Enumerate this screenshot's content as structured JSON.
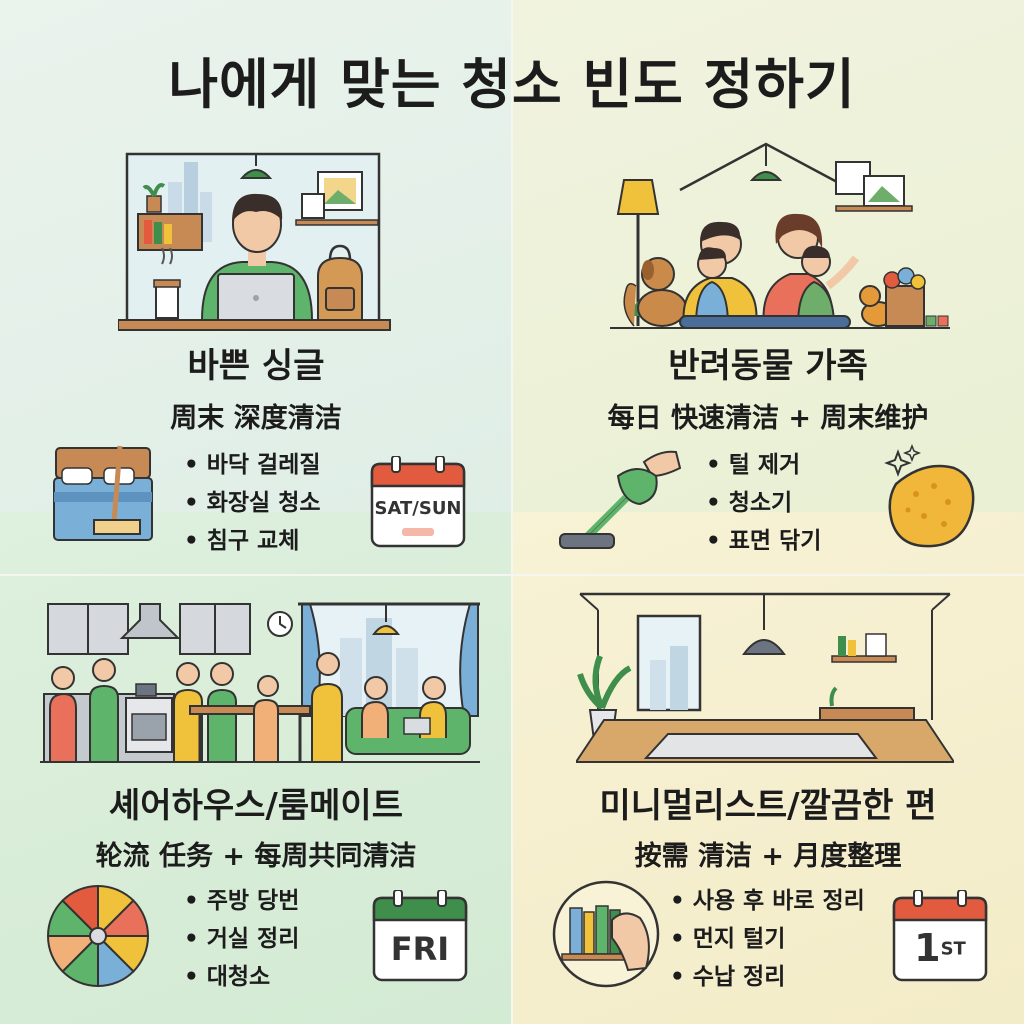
{
  "title": "나에게 맞는 청소 빈도 정하기",
  "colors": {
    "red": "#e25b3f",
    "green": "#3f8e4b",
    "wood": "#c78a55",
    "text": "#1c1c1c"
  },
  "panels": {
    "single": {
      "title": "바쁜 싱글",
      "subtitle": "周末 深度清洁",
      "tasks": [
        "바닥 걸레질",
        "화장실 청소",
        "침구 교체"
      ],
      "calendar": "SAT/SUN",
      "icons": [
        "bed-icon",
        "mop-icon",
        "calendar-icon"
      ]
    },
    "pet_family": {
      "title": "반려동물 가족",
      "subtitle": "每日 快速清洁 + 周末维护",
      "tasks": [
        "털 제거",
        "청소기",
        "표면 닦기"
      ],
      "icons": [
        "vacuum-icon",
        "sponge-icon"
      ]
    },
    "sharehouse": {
      "title": "셰어하우스/룸메이트",
      "subtitle": "轮流 任务 + 每周共同清洁",
      "tasks": [
        "주방 당번",
        "거실 정리",
        "대청소"
      ],
      "calendar": "FRI",
      "icons": [
        "chore-wheel-icon",
        "calendar-icon"
      ]
    },
    "minimalist": {
      "title": "미니멀리스트/깔끔한 편",
      "subtitle": "按需 清洁 + 月度整理",
      "tasks": [
        "사용 후 바로 정리",
        "먼지 털기",
        "수납 정리"
      ],
      "calendar_num": "1",
      "calendar_sup": "ST",
      "icons": [
        "bookshelf-icon",
        "calendar-icon"
      ]
    }
  }
}
